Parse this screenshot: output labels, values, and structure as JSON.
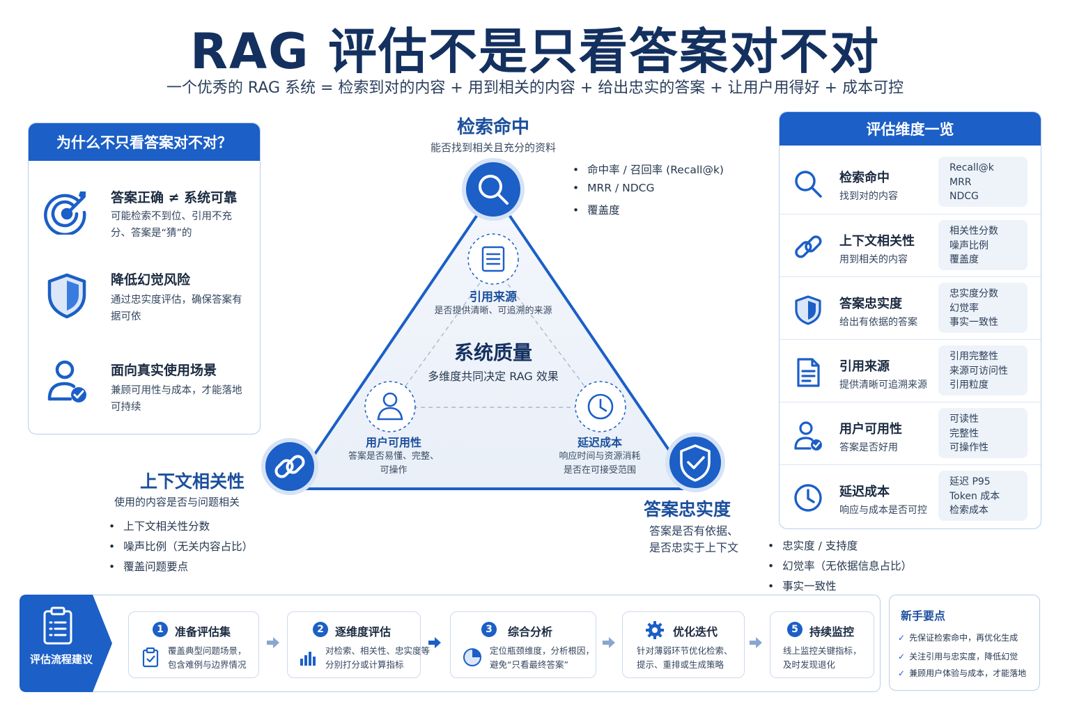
{
  "title": "RAG 评估不是只看答案对不对",
  "subtitle": "一个优秀的 RAG 系统 = 检索到对的内容 + 用到相关的内容 + 给出忠实的答案 + 让用户用得好 + 成本可控",
  "left_panel": {
    "heading": "为什么不只看答案对不对？",
    "items": [
      {
        "icon": "target-icon",
        "title": "答案正确 ≠ 系统可靠",
        "desc": "可能检索不到位、引用不充分、答案是“猜”的"
      },
      {
        "icon": "shield-icon",
        "title": "降低幻觉风险",
        "desc": "通过忠实度评估，确保答案有据可依"
      },
      {
        "icon": "user-check-icon",
        "title": "面向真实使用场景",
        "desc": "兼顾可用性与成本，才能落地可持续"
      }
    ]
  },
  "triangle": {
    "top": {
      "title": "检索命中",
      "desc": "能否找到相关且充分的资料",
      "bullets": [
        "命中率 / 召回率 (Recall@k)",
        "MRR / NDCG",
        "覆盖度"
      ]
    },
    "left": {
      "title": "上下文相关性",
      "desc": "使用的内容是否与问题相关",
      "bullets": [
        "上下文相关性分数",
        "噪声比例（无关内容占比）",
        "覆盖问题要点"
      ]
    },
    "right": {
      "title": "答案忠实度",
      "desc_1": "答案是否有依据、",
      "desc_2": "是否忠实于上下文",
      "bullets": [
        "忠实度 / 支持度",
        "幻觉率（无依据信息占比）",
        "事实一致性"
      ]
    },
    "center": {
      "title": "系统质量",
      "desc": "多维度共同决定 RAG 效果"
    },
    "inner_top": {
      "title": "引用来源",
      "desc": "是否提供清晰、可追溯的来源"
    },
    "inner_left": {
      "title": "用户可用性",
      "desc_1": "答案是否易懂、完整、",
      "desc_2": "可操作"
    },
    "inner_right": {
      "title": "延迟成本",
      "desc_1": "响应时间与资源消耗",
      "desc_2": "是否在可接受范围"
    }
  },
  "right_panel": {
    "heading": "评估维度一览",
    "rows": [
      {
        "icon": "search-icon",
        "title": "检索命中",
        "desc": "找到对的内容",
        "metrics": [
          "Recall@k",
          "MRR",
          "NDCG"
        ]
      },
      {
        "icon": "link-icon",
        "title": "上下文相关性",
        "desc": "用到相关的内容",
        "metrics": [
          "相关性分数",
          "噪声比例",
          "覆盖度"
        ]
      },
      {
        "icon": "shield-icon",
        "title": "答案忠实度",
        "desc": "给出有依据的答案",
        "metrics": [
          "忠实度分数",
          "幻觉率",
          "事实一致性"
        ]
      },
      {
        "icon": "document-icon",
        "title": "引用来源",
        "desc": "提供清晰可追溯来源",
        "metrics": [
          "引用完整性",
          "来源可访问性",
          "引用粒度"
        ]
      },
      {
        "icon": "user-check-icon",
        "title": "用户可用性",
        "desc": "答案是否好用",
        "metrics": [
          "可读性",
          "完整性",
          "可操作性"
        ]
      },
      {
        "icon": "clock-icon",
        "title": "延迟成本",
        "desc": "响应与成本是否可控",
        "metrics": [
          "延迟 P95",
          "Token 成本",
          "检索成本"
        ]
      }
    ]
  },
  "flow": {
    "label": "评估流程建议",
    "steps": [
      {
        "num": "1",
        "title": "准备评估集",
        "icon": "clipboard-icon",
        "desc_1": "覆盖典型问题场景，",
        "desc_2": "包含难例与边界情况"
      },
      {
        "num": "2",
        "title": "逐维度评估",
        "icon": "bar-chart-icon",
        "desc_1": "对检索、相关性、忠实度等",
        "desc_2": "分别打分或计算指标"
      },
      {
        "num": "3",
        "title": "综合分析",
        "icon": "pie-chart-icon",
        "desc_1": "定位瓶颈维度，分析根因，",
        "desc_2": "避免“只看最终答案”"
      },
      {
        "num": "gear",
        "title": "优化迭代",
        "icon": "gear-icon",
        "desc_1": "针对薄弱环节优化检索、",
        "desc_2": "提示、重排或生成策略"
      },
      {
        "num": "5",
        "title": "持续监控",
        "icon": "monitor-icon",
        "desc_1": "线上监控关键指标，",
        "desc_2": "及时发现退化"
      }
    ]
  },
  "tips": {
    "heading": "新手要点",
    "items": [
      "先保证检索命中，再优化生成",
      "关注引用与忠实度，降低幻觉",
      "兼顾用户体验与成本，才能落地"
    ]
  },
  "colors": {
    "primary": "#1b5fc7",
    "dark": "#13305f",
    "border": "#b9cde9"
  }
}
